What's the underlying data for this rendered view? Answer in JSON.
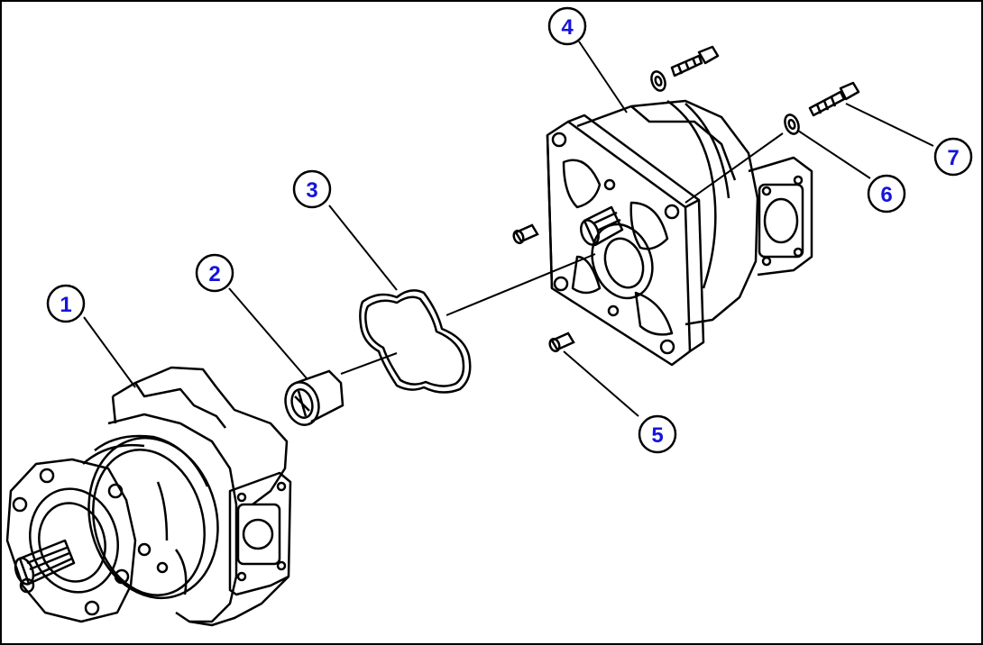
{
  "callouts": [
    {
      "label": "1"
    },
    {
      "label": "2"
    },
    {
      "label": "3"
    },
    {
      "label": "4"
    },
    {
      "label": "5"
    },
    {
      "label": "6"
    },
    {
      "label": "7"
    }
  ],
  "colors": {
    "ink": "#000000",
    "callout_text": "#1414dc",
    "background": "#ffffff"
  }
}
